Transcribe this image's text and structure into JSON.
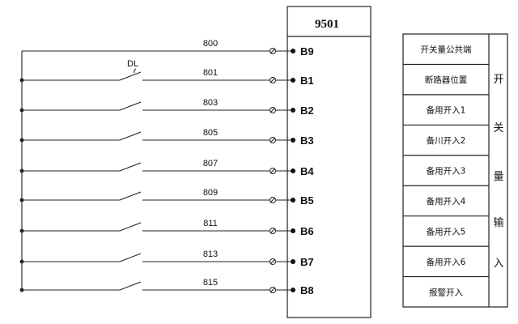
{
  "device": {
    "title": "9501"
  },
  "switch_label": "DL",
  "channels": [
    {
      "wire": "800",
      "terminal": "B9",
      "has_switch": false
    },
    {
      "wire": "801",
      "terminal": "B1",
      "has_switch": true
    },
    {
      "wire": "803",
      "terminal": "B2",
      "has_switch": true
    },
    {
      "wire": "805",
      "terminal": "B3",
      "has_switch": true
    },
    {
      "wire": "807",
      "terminal": "B4",
      "has_switch": true
    },
    {
      "wire": "809",
      "terminal": "B5",
      "has_switch": true
    },
    {
      "wire": "811",
      "terminal": "B6",
      "has_switch": true
    },
    {
      "wire": "813",
      "terminal": "B7",
      "has_switch": true
    },
    {
      "wire": "815",
      "terminal": "B8",
      "has_switch": true
    }
  ],
  "table": {
    "rows": [
      "开关量公共端",
      "断路器位置",
      "备用开入1",
      "备川开入2",
      "备用开入3",
      "备用开入4",
      "备用开入5",
      "备用开入6",
      "报警开入"
    ],
    "side_label": [
      "开",
      "关",
      "量",
      "输",
      "入"
    ]
  }
}
